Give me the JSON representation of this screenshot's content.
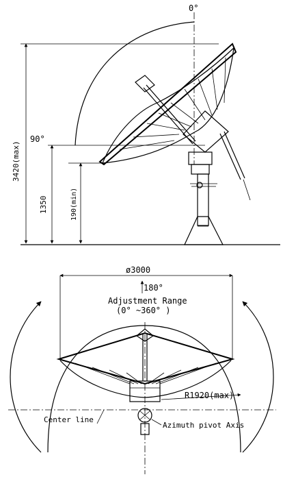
{
  "side_view": {
    "angle_zero": "0°",
    "angle_ninety": "90°",
    "height_max": "3420(max)",
    "height_pivot": "1350",
    "height_min": "190(min)"
  },
  "top_view": {
    "diameter": "ø3000",
    "angle_180": "180°",
    "adjustment_range_title": "Adjustment  Range",
    "adjustment_range_value": "(0° ~360° )",
    "radius": "R1920(max)",
    "center_line": "Center line",
    "azimuth_axis": "Azimuth pivot Axis"
  }
}
